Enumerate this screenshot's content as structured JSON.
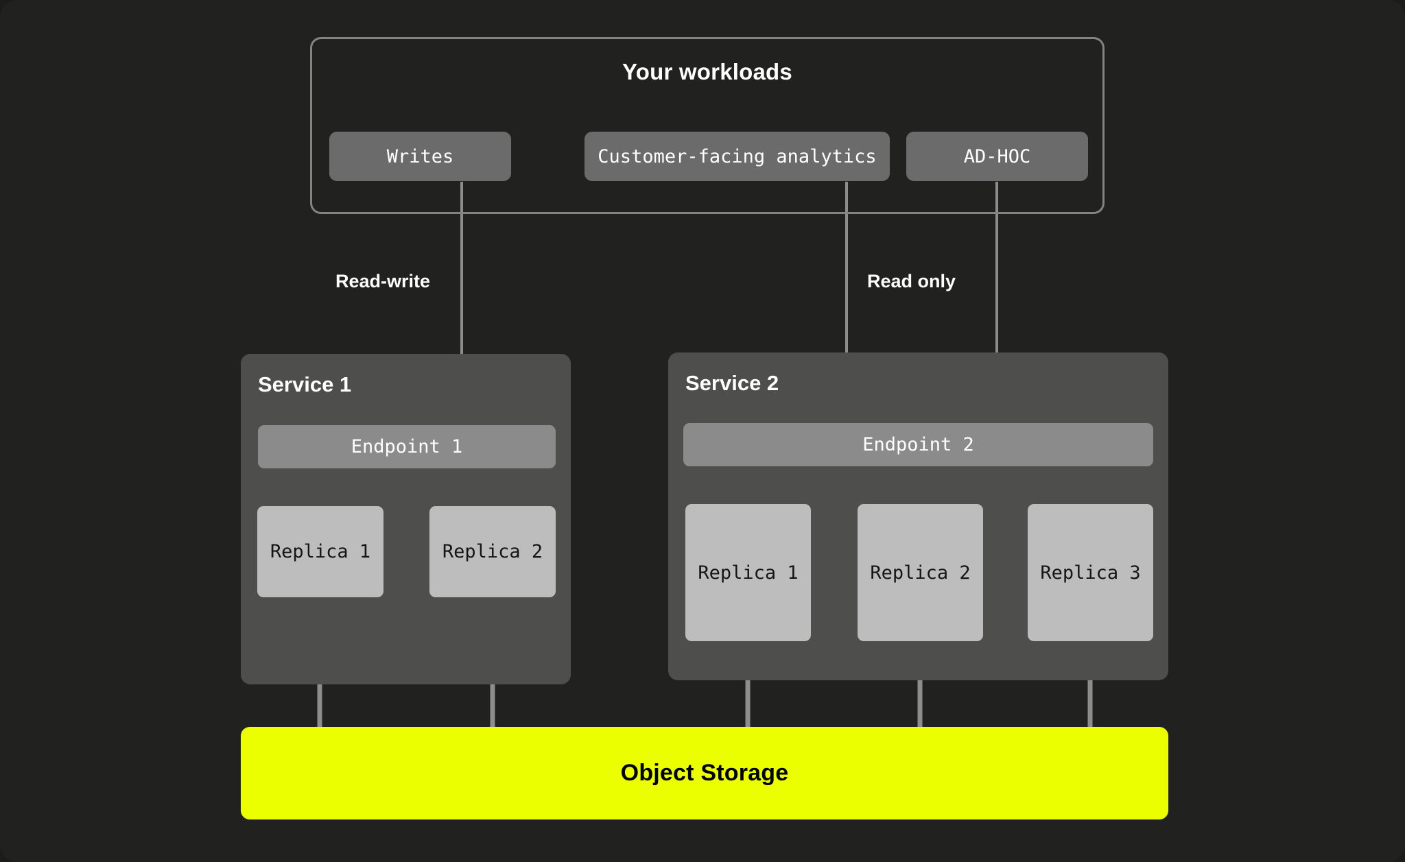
{
  "diagram": {
    "title": "Your workloads",
    "background_color": "#21221f",
    "accent_color": "#ebff00"
  },
  "workloads": {
    "frame_label": "Your workloads",
    "chips": [
      {
        "label": "Writes"
      },
      {
        "label": "Customer-facing analytics"
      },
      {
        "label": "AD-HOC"
      }
    ]
  },
  "edges": {
    "read_write_label": "Read-write",
    "read_only_label": "Read only"
  },
  "services": [
    {
      "title": "Service 1",
      "endpoint": "Endpoint 1",
      "replicas": [
        {
          "label": "Replica 1"
        },
        {
          "label": "Replica 2"
        }
      ]
    },
    {
      "title": "Service 2",
      "endpoint": "Endpoint 2",
      "replicas": [
        {
          "label": "Replica 1"
        },
        {
          "label": "Replica 2"
        },
        {
          "label": "Replica 3"
        }
      ]
    }
  ],
  "storage": {
    "label": "Object Storage"
  }
}
